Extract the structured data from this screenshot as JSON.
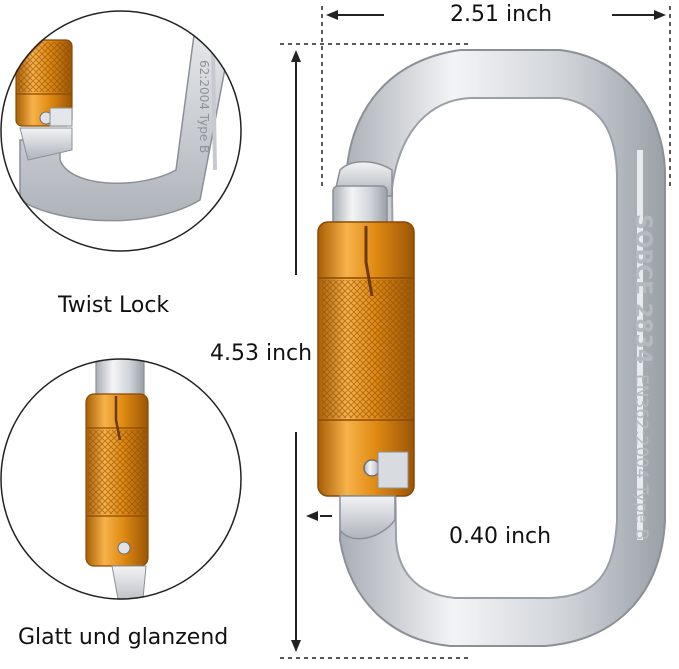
{
  "labels": {
    "width": "2.51 inch",
    "height": "4.53 inch",
    "gate_opening": "0.40 inch",
    "inset_top": "Twist Lock",
    "inset_bottom": "Glatt und glanzend"
  },
  "engraving": {
    "brand": "SOB",
    "mark": "CE 2834",
    "standard": "EN362:2004 Type B",
    "inset_fragment": "62:2004 Type B"
  },
  "colors": {
    "aluminum_light": "#eef0f2",
    "aluminum_mid": "#c8ccd1",
    "aluminum_dark": "#9aa0a7",
    "gold_light": "#f7b24a",
    "gold": "#e08a12",
    "gold_dark": "#a85f06",
    "dimension_line": "#222222"
  }
}
